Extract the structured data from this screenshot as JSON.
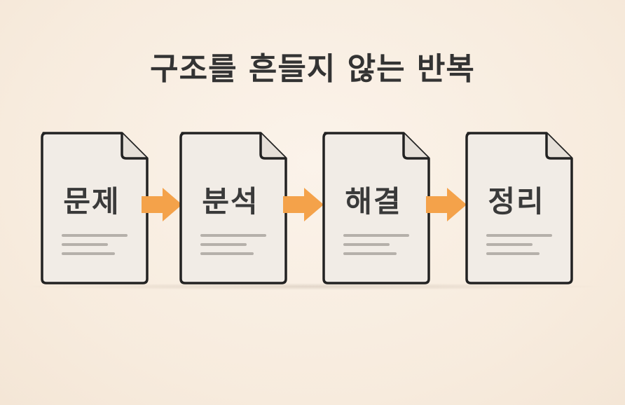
{
  "title": "구조를 흔들지 않는 반복",
  "steps": [
    {
      "label": "문제"
    },
    {
      "label": "분석"
    },
    {
      "label": "해결"
    },
    {
      "label": "정리"
    }
  ],
  "colors": {
    "background": "#f8ede0",
    "arrow": "#f4a24a",
    "doc_fill": "#f1ece6",
    "doc_stroke": "#222222",
    "line": "#b5b0aa"
  }
}
